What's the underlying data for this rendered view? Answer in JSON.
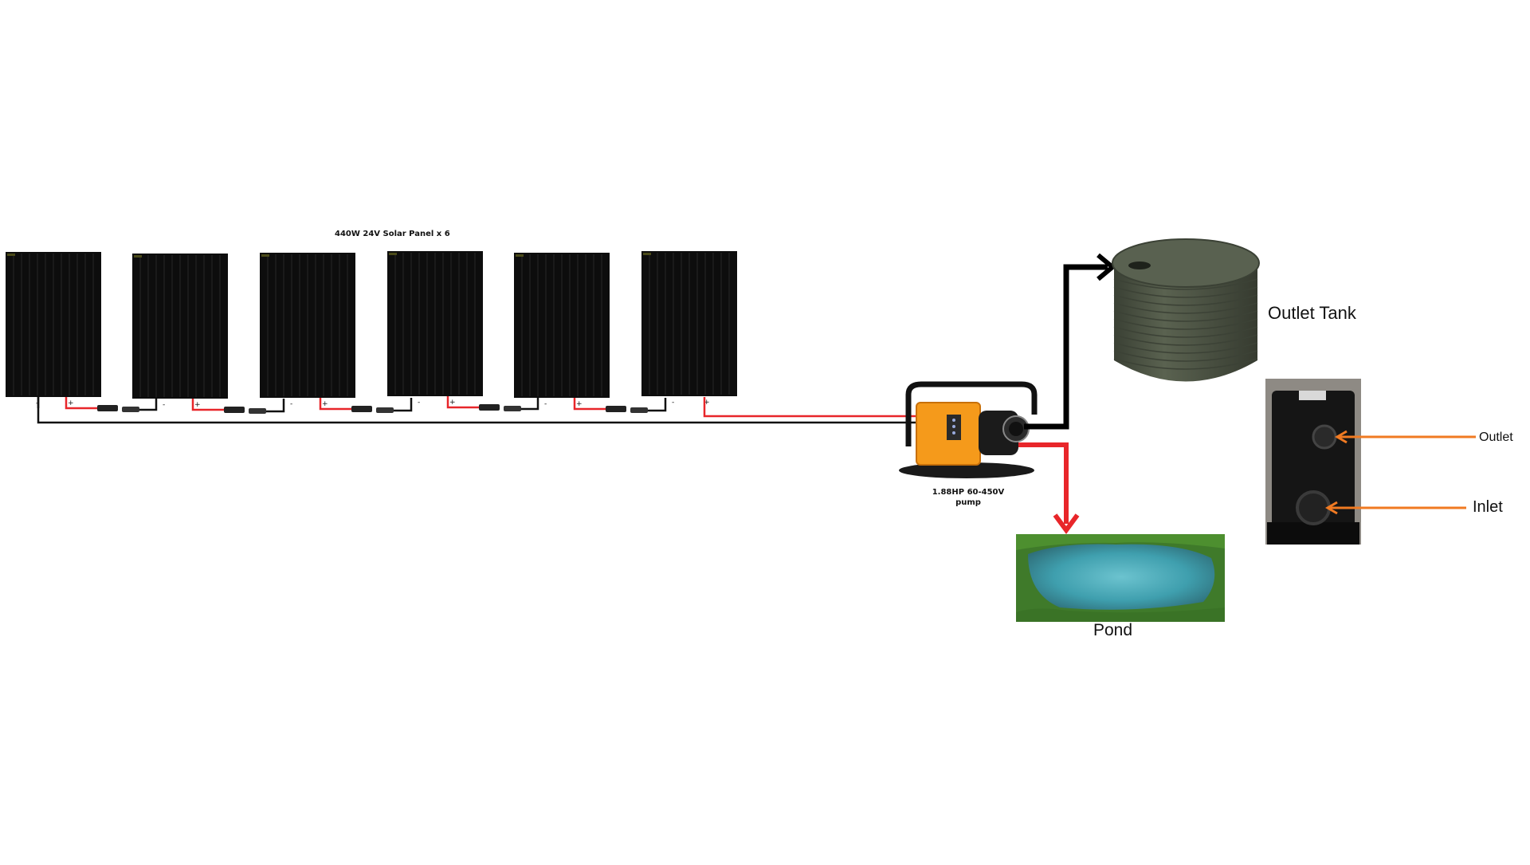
{
  "diagram": {
    "panels_caption": "440W 24V Solar Panel x 6",
    "pump_caption_line1": "1.88HP 60-450V",
    "pump_caption_line2": "pump",
    "tank_caption": "Outlet Tank",
    "pond_caption": "Pond",
    "outlet_caption": "Outlet",
    "inlet_caption": "Inlet",
    "panel_count": 6,
    "panel_terminals": [
      "-",
      "+"
    ]
  },
  "colors": {
    "panel": "#0d0d0d",
    "panel_cell_line": "#262626",
    "negative_wire": "#111111",
    "positive_wire": "#e8262a",
    "pump_body": "#f59a1b",
    "tank": "#4b5243",
    "pond_water": "#3f9fae",
    "grass": "#3f7a2a",
    "callout_arrow": "#f07a22",
    "pipe_outlet": "#000000",
    "pipe_pond": "#e8262a"
  }
}
